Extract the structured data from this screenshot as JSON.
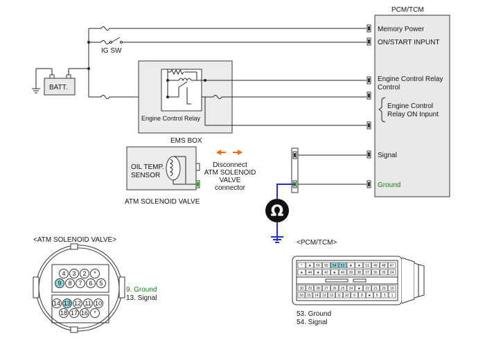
{
  "colors": {
    "ground_highlight": "#1a7a1a",
    "meter_wire": "#1f2fd0",
    "arrow": "#ff6a00",
    "ecu_fill": "#e9e9e9",
    "box_fill": "#ececec",
    "pin_highlight": "#8fd6d8"
  },
  "pcm": {
    "title": "PCM/TCM",
    "memory_power": "Memory Power",
    "on_start": "ON/START  INPUNT",
    "relay_control_1": "Engine Control Relay",
    "relay_control_2": "Control",
    "relay_on_1": "Engine Control",
    "relay_on_2": "Relay ON Inpunt",
    "signal": "Signal",
    "ground": "Ground"
  },
  "power": {
    "ig_sw": "IG SW",
    "batt": "BATT."
  },
  "ems": {
    "box_label": "EMS BOX",
    "relay_label": "Engine Control Relay"
  },
  "valve": {
    "sensor_1": "OIL TEMP.",
    "sensor_2": "SENSOR",
    "title": "ATM SOLENOID VALVE"
  },
  "disconnect": {
    "line1": "Disconnect",
    "line2": "ATM SOLENOID",
    "line3": "VALVE",
    "line4": "connector"
  },
  "meter": {
    "symbol": "Ω",
    "icon": "ohmmeter-icon"
  },
  "connector_valve": {
    "title": "<ATM SOLENOID VALVE>",
    "row1": [
      "4",
      "3",
      "2",
      "*"
    ],
    "row2": [
      "9",
      "8",
      "7",
      "6",
      "5"
    ],
    "row3": [
      "14",
      "13",
      "12",
      "11",
      "10"
    ],
    "row4": [
      "18",
      "17",
      "16",
      "*"
    ],
    "legend_ground": "9. Ground",
    "legend_signal": "13. Signal"
  },
  "connector_pcm": {
    "title": "<PCM/TCM>",
    "row1": [
      "*",
      "★",
      "56",
      "55",
      "54",
      "53",
      "★",
      "★",
      "51",
      "49",
      "48",
      "47"
    ],
    "row2": [
      "★",
      "44",
      "★",
      "42",
      "★",
      "40",
      "39",
      "38",
      "37",
      "36",
      "35",
      "34"
    ],
    "row3": [
      "30",
      "29",
      "28",
      "27",
      "26",
      "25",
      "24",
      "★",
      "22",
      "21",
      "20",
      "19"
    ],
    "row4": [
      "16",
      "15",
      "14",
      "13",
      "12",
      "11",
      "10",
      "9",
      "8",
      "★",
      "5",
      "3",
      "1"
    ],
    "legend_ground": "53. Ground",
    "legend_signal": "54. Signal"
  }
}
